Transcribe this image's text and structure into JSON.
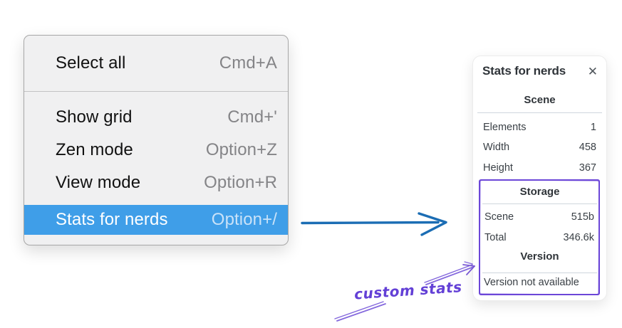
{
  "menu": {
    "items": [
      {
        "label": "Select all",
        "shortcut": "Cmd+A",
        "selected": false,
        "section": "top"
      },
      {
        "label": "Show grid",
        "shortcut": "Cmd+'",
        "selected": false,
        "section": "bottom"
      },
      {
        "label": "Zen mode",
        "shortcut": "Option+Z",
        "selected": false,
        "section": "bottom"
      },
      {
        "label": "View mode",
        "shortcut": "Option+R",
        "selected": false,
        "section": "bottom"
      },
      {
        "label": "Stats for nerds",
        "shortcut": "Option+/",
        "selected": true,
        "section": "bottom"
      }
    ]
  },
  "panel": {
    "title": "Stats for nerds",
    "close_icon": "✕",
    "sections": {
      "scene": {
        "title": "Scene",
        "rows": [
          {
            "label": "Elements",
            "value": "1"
          },
          {
            "label": "Width",
            "value": "458"
          },
          {
            "label": "Height",
            "value": "367"
          }
        ]
      },
      "storage": {
        "title": "Storage",
        "rows": [
          {
            "label": "Scene",
            "value": "515b"
          },
          {
            "label": "Total",
            "value": "346.6k"
          }
        ]
      },
      "version": {
        "title": "Version",
        "message": "Version not available"
      }
    }
  },
  "annotation": {
    "label": "custom stats"
  },
  "colors": {
    "menu_highlight_blue": "#3f9ee8",
    "arrow_blue": "#1b6db4",
    "annotation_purple": "#6340d6",
    "highlight_box_purple": "#6c47d8"
  }
}
